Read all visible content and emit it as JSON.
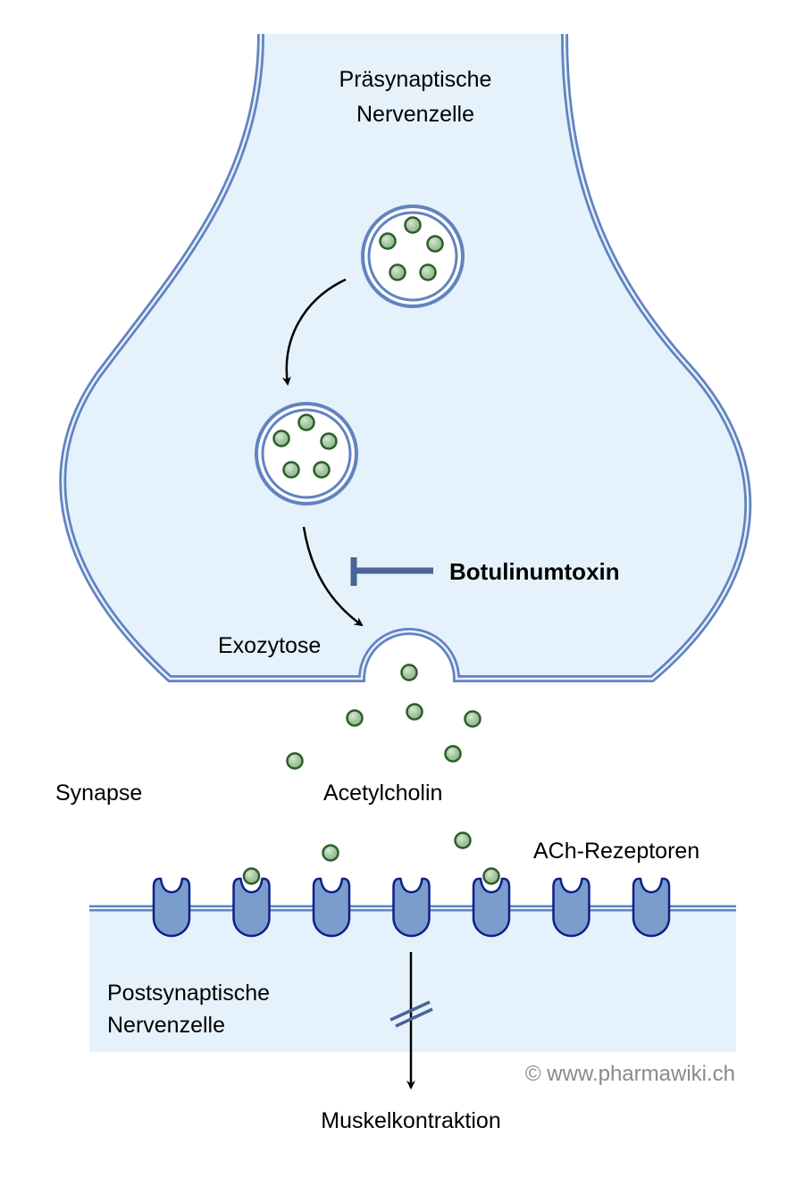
{
  "diagram": {
    "title": "Wirkmechanismus Botulinumtoxin an der Synapse",
    "labels": {
      "presynaptic_line1": "Präsynaptische",
      "presynaptic_line2": "Nervenzelle",
      "inhibitor": "Botulinumtoxin",
      "exocytosis": "Exozytose",
      "synapse": "Synapse",
      "neurotransmitter": "Acetylcholin",
      "receptors": "ACh-Rezeptoren",
      "postsynaptic_line1": "Postsynaptische",
      "postsynaptic_line2": "Nervenzelle",
      "outcome": "Muskelkontraktion",
      "copyright": "© www.pharmawiki.ch"
    },
    "receptor_count": 7,
    "bound_receptors": [
      2,
      5
    ],
    "vesicle_count": 2,
    "molecules_per_vesicle": 5,
    "colors": {
      "membrane": "#6283c0",
      "cell_fill": "#e5f2fb",
      "receptor_fill": "#7a9dcc",
      "receptor_stroke": "#0d1f8a",
      "molecule_fill": "#a8c9a4",
      "molecule_stroke": "#2c5e2a",
      "inhibitor_bar": "#4a6496",
      "arrow": "#000000"
    }
  }
}
